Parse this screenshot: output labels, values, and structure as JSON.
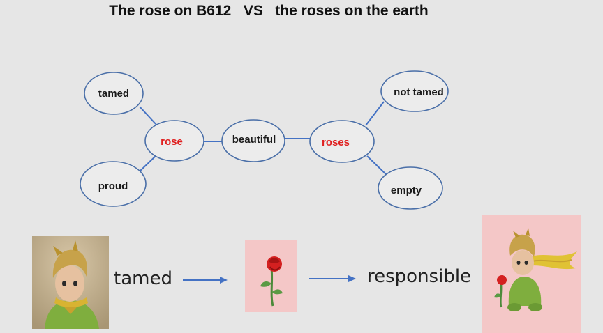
{
  "title": "The rose on B612   VS   the roses on the earth",
  "nodes": {
    "tamed": "tamed",
    "proud": "proud",
    "rose": "rose",
    "beautiful": "beautiful",
    "roses": "roses",
    "not_tamed": "not tamed",
    "empty": "empty"
  },
  "flow": {
    "word1": "tamed",
    "word2": "responsible"
  },
  "colors": {
    "edge": "#4472c4",
    "ellipse_stroke": "#4a6fa8",
    "red_text": "#e02020",
    "pink_bg": "#f4c7c7"
  },
  "images": {
    "prince_portrait": "little-prince-portrait",
    "rose": "red-rose",
    "prince_with_rose": "little-prince-with-rose"
  }
}
